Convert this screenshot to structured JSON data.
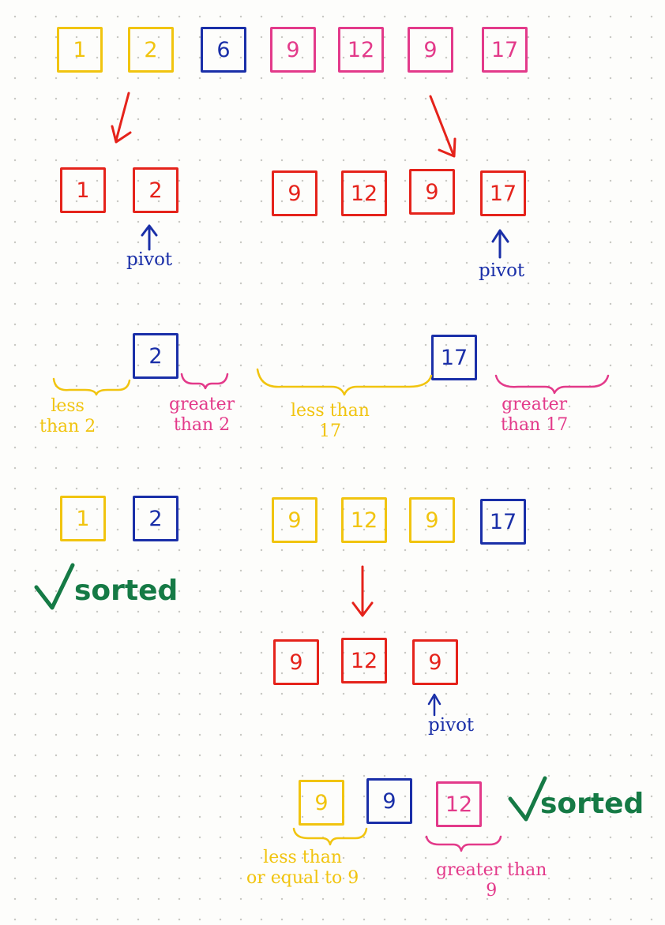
{
  "colors": {
    "yellow": "#f1c40f",
    "red": "#e5231b",
    "blue": "#1a2fa8",
    "pink": "#e33a8a",
    "green": "#157a45"
  },
  "rows": [
    {
      "id": "row-original",
      "boxes": [
        {
          "value": "1",
          "color": "yellow"
        },
        {
          "value": "2",
          "color": "yellow"
        },
        {
          "value": "6",
          "color": "blue"
        },
        {
          "value": "9",
          "color": "pink"
        },
        {
          "value": "12",
          "color": "pink"
        },
        {
          "value": "9",
          "color": "pink"
        },
        {
          "value": "17",
          "color": "pink"
        }
      ]
    },
    {
      "id": "row-split-left",
      "boxes": [
        {
          "value": "1",
          "color": "red"
        },
        {
          "value": "2",
          "color": "red"
        }
      ]
    },
    {
      "id": "row-split-right",
      "boxes": [
        {
          "value": "9",
          "color": "red"
        },
        {
          "value": "12",
          "color": "red"
        },
        {
          "value": "9",
          "color": "red"
        },
        {
          "value": "17",
          "color": "red"
        }
      ]
    },
    {
      "id": "row-pivot-left",
      "boxes": [
        {
          "value": "2",
          "color": "blue"
        }
      ]
    },
    {
      "id": "row-pivot-right",
      "boxes": [
        {
          "value": "17",
          "color": "blue"
        }
      ]
    },
    {
      "id": "row-partitioned-left",
      "boxes": [
        {
          "value": "1",
          "color": "yellow"
        },
        {
          "value": "2",
          "color": "blue"
        }
      ]
    },
    {
      "id": "row-partitioned-right",
      "boxes": [
        {
          "value": "9",
          "color": "yellow"
        },
        {
          "value": "12",
          "color": "yellow"
        },
        {
          "value": "9",
          "color": "yellow"
        },
        {
          "value": "17",
          "color": "blue"
        }
      ]
    },
    {
      "id": "row-subarray",
      "boxes": [
        {
          "value": "9",
          "color": "red"
        },
        {
          "value": "12",
          "color": "red"
        },
        {
          "value": "9",
          "color": "red"
        }
      ]
    },
    {
      "id": "row-final",
      "boxes": [
        {
          "value": "9",
          "color": "yellow"
        },
        {
          "value": "9",
          "color": "blue"
        },
        {
          "value": "12",
          "color": "pink"
        }
      ]
    }
  ],
  "labels": {
    "pivot": "pivot",
    "sorted": "sorted",
    "less_than_2": [
      "less",
      "than 2"
    ],
    "greater_than_2": [
      "greater",
      "than 2"
    ],
    "less_than_17": [
      "less than",
      "17"
    ],
    "greater_than_17": [
      "greater",
      "than 17"
    ],
    "less_than_or_equal_9": [
      "less than",
      "or equal to 9"
    ],
    "greater_than_9": [
      "greater than",
      "9"
    ]
  },
  "icons": [
    "arrow-down-icon",
    "arrow-up-icon",
    "brace-icon",
    "checkmark-icon"
  ]
}
